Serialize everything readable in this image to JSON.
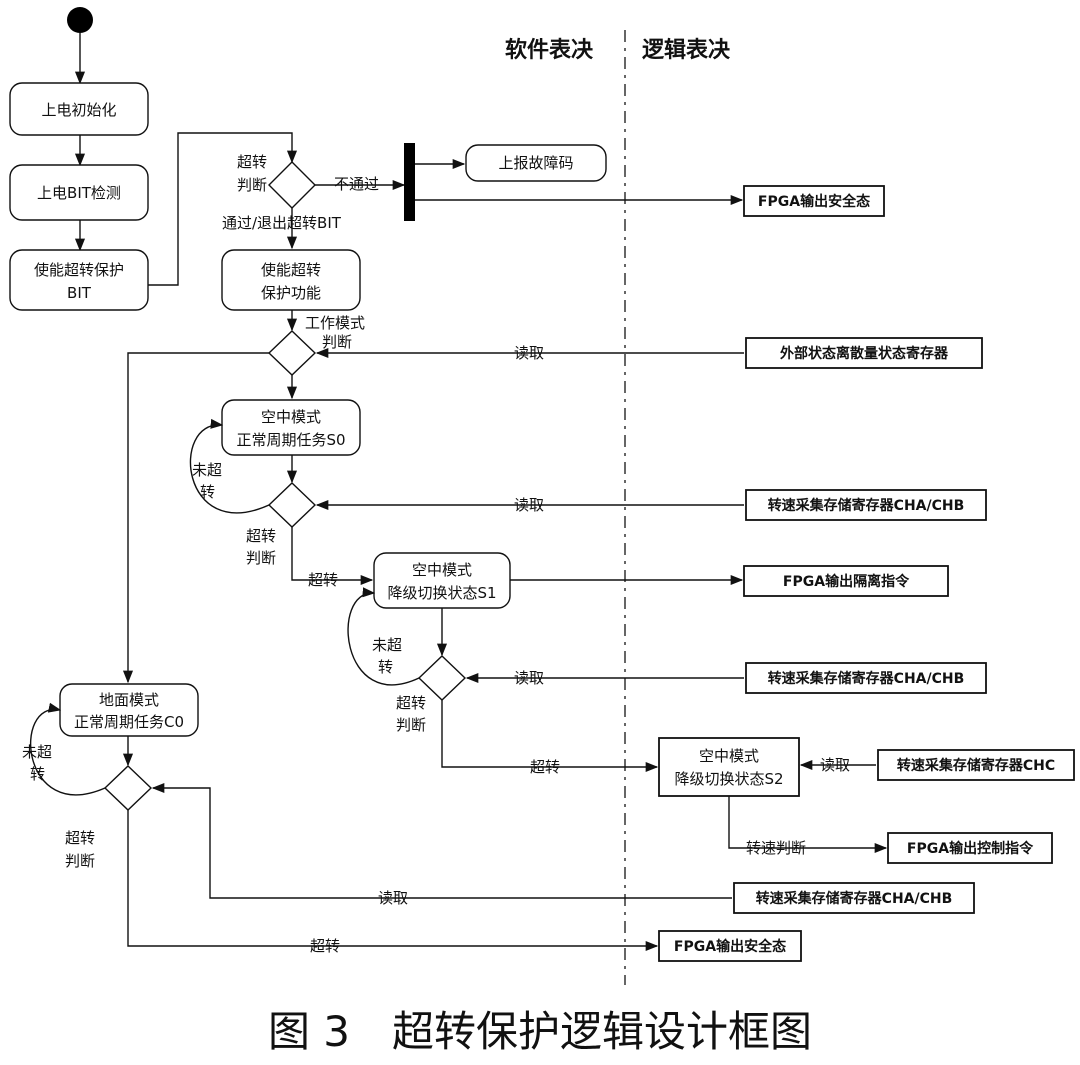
{
  "header": {
    "software": "软件表决",
    "logic": "逻辑表决"
  },
  "nodes": {
    "init": "上电初始化",
    "bit_check": "上电BIT检测",
    "enable_bit_1": "使能超转保护",
    "enable_bit_2": "BIT",
    "report_fault": "上报故障码",
    "fpga_safe_1": "FPGA输出安全态",
    "enable_func_1": "使能超转",
    "enable_func_2": "保护功能",
    "ext_register": "外部状态离散量状态寄存器",
    "air_s0_1": "空中模式",
    "air_s0_2": "正常周期任务S0",
    "reg_cha_chb_1": "转速采集存储寄存器CHA/CHB",
    "air_s1_1": "空中模式",
    "air_s1_2": "降级切换状态S1",
    "fpga_isolate": "FPGA输出隔离指令",
    "reg_cha_chb_2": "转速采集存储寄存器CHA/CHB",
    "ground_c0_1": "地面模式",
    "ground_c0_2": "正常周期任务C0",
    "air_s2_1": "空中模式",
    "air_s2_2": "降级切换状态S2",
    "reg_chc": "转速采集存储寄存器CHC",
    "fpga_control": "FPGA输出控制指令",
    "reg_cha_chb_3": "转速采集存储寄存器CHA/CHB",
    "fpga_safe_2": "FPGA输出安全态"
  },
  "labels": {
    "d1_1": "超转",
    "d1_2": "判断",
    "not_pass": "不通过",
    "pass_exit": "通过/退出超转BIT",
    "mode_1": "工作模式",
    "mode_2": "判断",
    "read_1": "读取",
    "not_over_1a": "未超",
    "not_over_1b": "转",
    "read_2": "读取",
    "judge2_1": "超转",
    "judge2_2": "判断",
    "over_1": "超转",
    "not_over_2a": "未超",
    "not_over_2b": "转",
    "read_3": "读取",
    "judge3_1": "超转",
    "judge3_2": "判断",
    "over_2": "超转",
    "read_4": "读取",
    "speed_judge": "转速判断",
    "not_over_3a": "未超",
    "not_over_3b": "转",
    "judge4_1": "超转",
    "judge4_2": "判断",
    "read_5": "读取",
    "over_3": "超转"
  },
  "caption": "图 3　超转保护逻辑设计框图"
}
